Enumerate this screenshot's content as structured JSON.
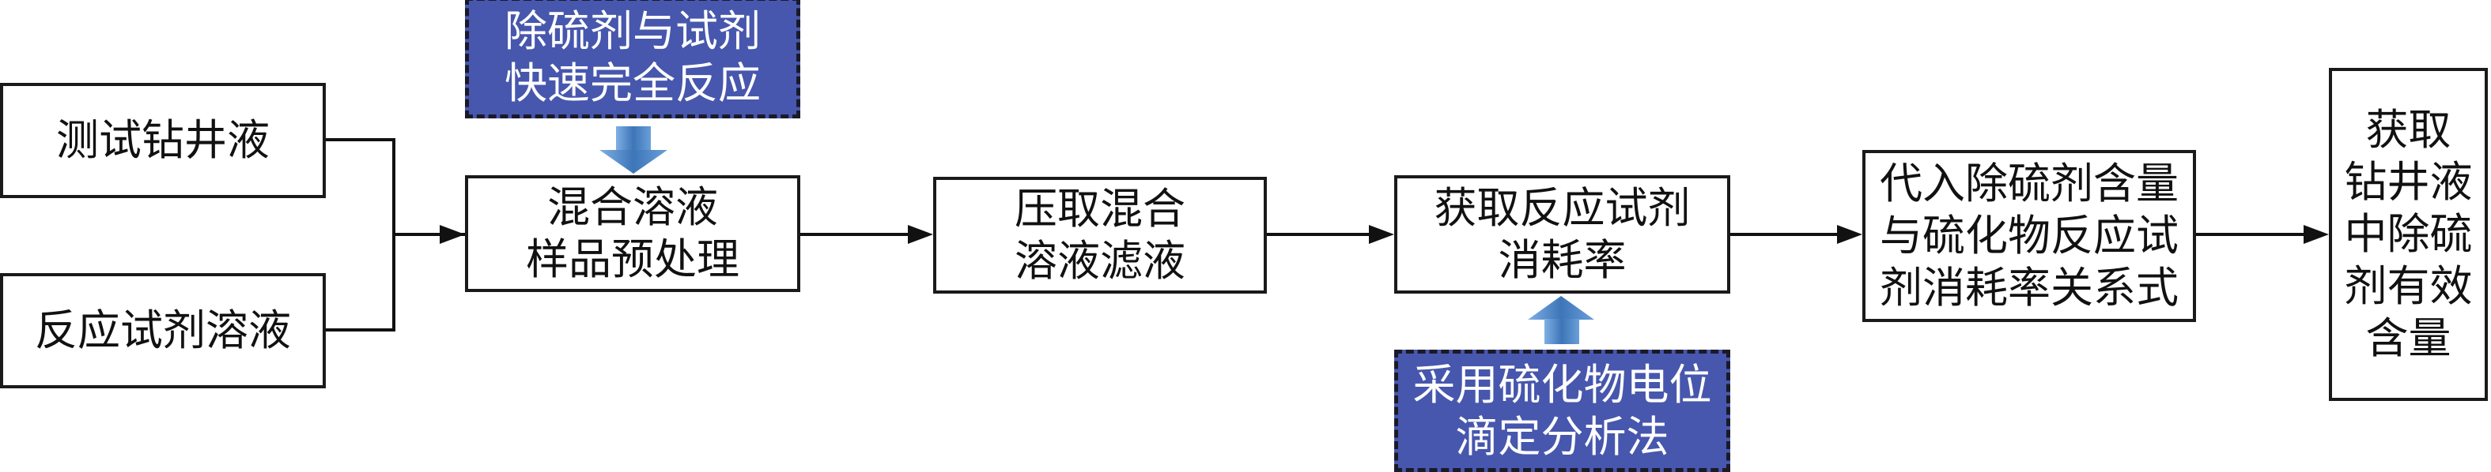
{
  "inputs": [
    {
      "lines": [
        "测试钻井液"
      ]
    },
    {
      "lines": [
        "反应试剂溶液"
      ]
    }
  ],
  "steps": [
    {
      "lines": [
        "混合溶液",
        "样品预处理"
      ]
    },
    {
      "lines": [
        "压取混合",
        "溶液滤液"
      ]
    },
    {
      "lines": [
        "获取反应试剂",
        "消耗率"
      ]
    },
    {
      "lines": [
        "代入除硫剂含量",
        "与硫化物反应试",
        "剂消耗率关系式"
      ]
    },
    {
      "lines": [
        "获取",
        "钻井液",
        "中除硫",
        "剂有效",
        "含量"
      ]
    }
  ],
  "notes": [
    {
      "lines": [
        "除硫剂与试剂",
        "快速完全反应"
      ]
    },
    {
      "lines": [
        "采用硫化物电位",
        "滴定分析法"
      ]
    }
  ],
  "colors": {
    "note_fill": "#4757ad",
    "arrow_blue": "#4a7fc0"
  }
}
